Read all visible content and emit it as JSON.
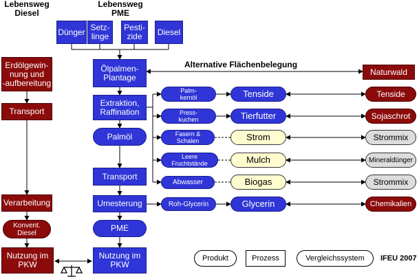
{
  "headers": {
    "diesel": "Lebensweg\nDiesel",
    "pme": "Lebensweg\nPME"
  },
  "inputs": [
    "Dünger",
    "Setz-\nlinge",
    "Pesti-\nzide",
    "Diesel"
  ],
  "diesel_chain": {
    "oil": "Erdölgewin-\nnung und\n-aufbereitung",
    "transport": "Transport",
    "processing": "Verarbeitung",
    "conv_diesel": "Konvent.\nDiesel",
    "use": "Nutzung im\nPKW"
  },
  "pme_chain": {
    "plantation": "Ölpalmen-\nPlantage",
    "extraction": "Extraktion,\nRaffination",
    "palm_oil": "Palmöl",
    "transport": "Transport",
    "transesterification": "Umesterung",
    "pme": "PME",
    "use": "Nutzung im\nPKW"
  },
  "alt_label": "Alternative Flächenbelegung",
  "alt_system": "Naturwald",
  "byproducts": [
    {
      "name": "Palm-\nkernöl",
      "product": "Tenside",
      "reference": "Tenside"
    },
    {
      "name": "Press-\nkuchen",
      "product": "Tierfutter",
      "reference": "Sojaschrot"
    },
    {
      "name": "Fasern &\nSchalen",
      "product": "Strom",
      "reference": "Strommix"
    },
    {
      "name": "Leere\nFruchtstände",
      "product": "Mulch",
      "reference": "Mineraldünger"
    },
    {
      "name": "Abwasser",
      "product": "Biogas",
      "reference": "Strommix"
    },
    {
      "name": "Roh-Glycerin",
      "product": "Glycerin",
      "reference": "Chemikalien"
    }
  ],
  "legend": {
    "product": "Produkt",
    "process": "Prozess",
    "reference": "Vergleichssystem"
  },
  "footer": "IFEU 2007",
  "colors": {
    "process_blue": "#2f35d6",
    "reference_red": "#8b0b0b",
    "energy_pale": "#fffdd0",
    "reference_grey": "#dcdcdc"
  }
}
